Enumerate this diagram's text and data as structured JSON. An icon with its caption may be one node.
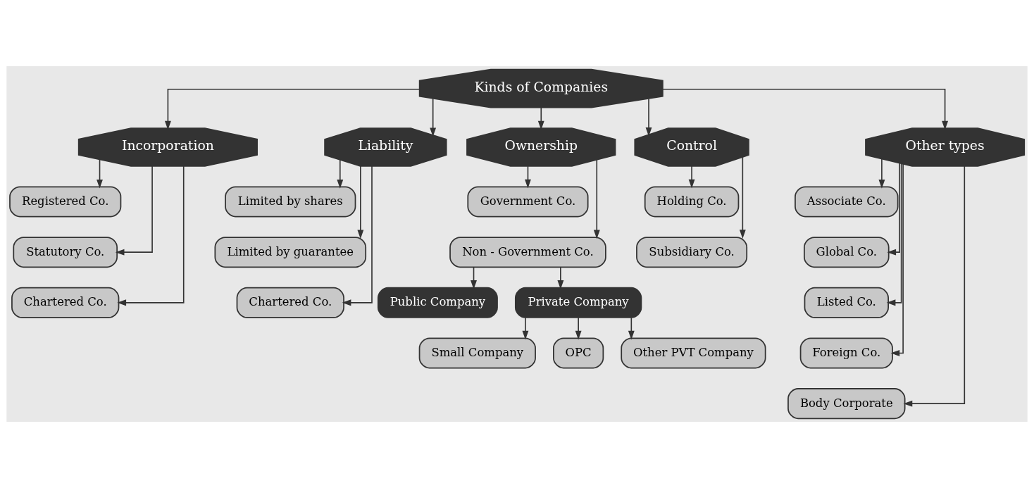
{
  "diagram": {
    "nodes": [
      {
        "text": [
          "Kinds of Companies"
        ]
      },
      {
        "text": [
          "Incorporation"
        ]
      },
      {
        "text": [
          "Liability"
        ]
      },
      {
        "text": [
          "Ownership"
        ]
      },
      {
        "text": [
          "Control"
        ]
      },
      {
        "text": [
          "Other types"
        ]
      },
      {
        "text": [
          "Registered Co."
        ]
      },
      {
        "text": [
          "Statutory Co."
        ]
      },
      {
        "text": [
          "Chartered Co."
        ]
      },
      {
        "text": [
          "Limited by shares"
        ]
      },
      {
        "text": [
          "Limited by guarantee"
        ]
      },
      {
        "text": [
          "Chartered Co."
        ]
      },
      {
        "text": [
          "Government Co."
        ]
      },
      {
        "text": [
          "Non - Government Co."
        ]
      },
      {
        "text": [
          "Holding Co."
        ]
      },
      {
        "text": [
          "Subsidiary Co."
        ]
      },
      {
        "text": [
          "Associate Co."
        ]
      },
      {
        "text": [
          "Global Co."
        ]
      },
      {
        "text": [
          "Listed Co."
        ]
      },
      {
        "text": [
          "Foreign Co."
        ]
      },
      {
        "text": [
          "Body Corporate"
        ]
      },
      {
        "text": [
          "Public Company"
        ]
      },
      {
        "text": [
          "Private Company"
        ]
      },
      {
        "text": [
          "Small Company"
        ]
      },
      {
        "text": [
          "OPC"
        ]
      },
      {
        "text": [
          "Other PVT Company"
        ]
      }
    ],
    "edges": [
      {
        "from": 0,
        "to": 1,
        "arrow": "to"
      },
      {
        "from": 0,
        "to": 2,
        "arrow": "to"
      },
      {
        "from": 0,
        "to": 3,
        "arrow": "to"
      },
      {
        "from": 0,
        "to": 4,
        "arrow": "to"
      },
      {
        "from": 0,
        "to": 5,
        "arrow": "to"
      },
      {
        "from": 1,
        "to": 6,
        "arrow": "to"
      },
      {
        "from": 1,
        "to": 7,
        "arrow": "to"
      },
      {
        "from": 1,
        "to": 8,
        "arrow": "to"
      },
      {
        "from": 2,
        "to": 9,
        "arrow": "to"
      },
      {
        "from": 2,
        "to": 10,
        "arrow": "to"
      },
      {
        "from": 2,
        "to": 11,
        "arrow": "to"
      },
      {
        "from": 3,
        "to": 12,
        "arrow": "to"
      },
      {
        "from": 3,
        "to": 13,
        "arrow": "to"
      },
      {
        "from": 4,
        "to": 14,
        "arrow": "to"
      },
      {
        "from": 4,
        "to": 15,
        "arrow": "to"
      },
      {
        "from": 5,
        "to": 16,
        "arrow": "to"
      },
      {
        "from": 5,
        "to": 17,
        "arrow": "to"
      },
      {
        "from": 5,
        "to": 18,
        "arrow": "to"
      },
      {
        "from": 5,
        "to": 19,
        "arrow": "to"
      },
      {
        "from": 5,
        "to": 20,
        "arrow": "to"
      },
      {
        "from": 13,
        "to": 21,
        "arrow": "to"
      },
      {
        "from": 13,
        "to": 22,
        "arrow": "to"
      },
      {
        "from": 22,
        "to": 23,
        "arrow": "to"
      },
      {
        "from": 22,
        "to": 24,
        "arrow": "to"
      },
      {
        "from": 22,
        "to": 25,
        "arrow": "to"
      }
    ]
  }
}
